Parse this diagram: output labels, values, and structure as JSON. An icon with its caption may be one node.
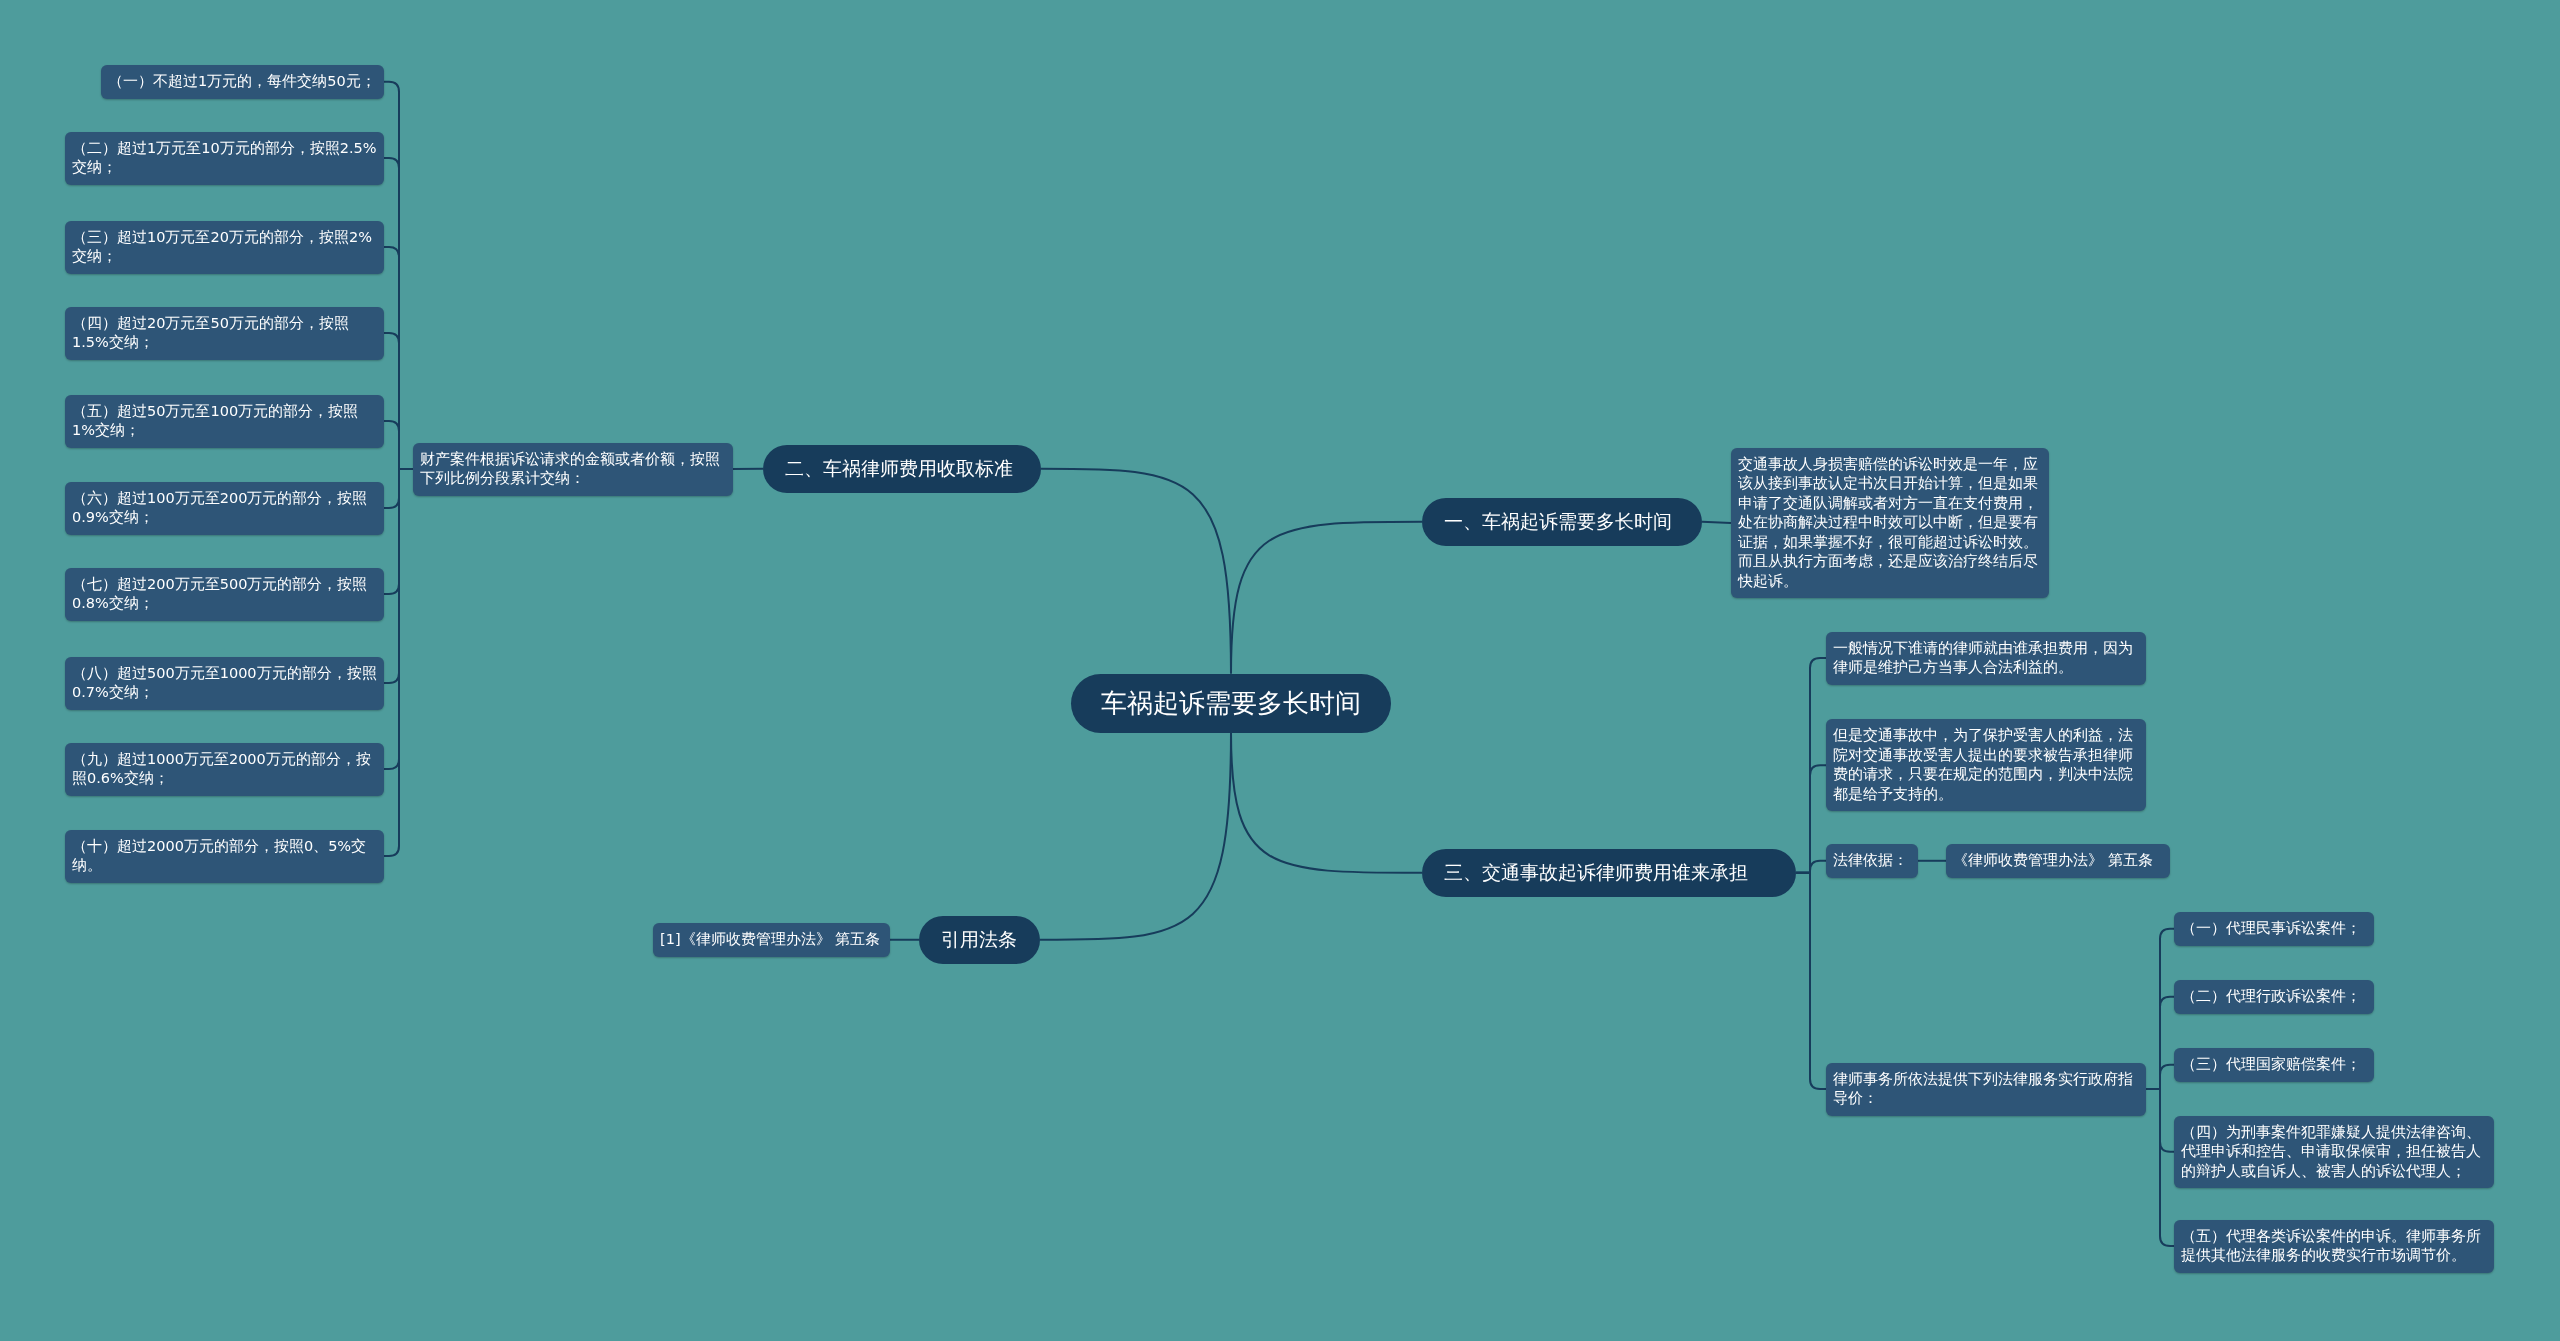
{
  "diagram": {
    "nodes": [
      {
        "text": [
          "车祸起诉需要多长时间"
        ]
      },
      {
        "text": [
          "一、车祸起诉需要多长时间"
        ]
      },
      {
        "text": [
          "交通事故人身损害赔偿的诉讼时效是一年，应该从接到事故认定书次日开始计算，但是如果申请了交通队调解或者对方一直在支付费用，处在协商解决过程中时效可以中断，但是要有证据，如果掌握不好，很可能超过诉讼时效。而且从执行方面考虑，还是应该治疗终结后尽快起诉。"
        ]
      },
      {
        "text": [
          "二、车祸律师费用收取标准"
        ]
      },
      {
        "text": [
          "财产案件根据诉讼请求的金额或者价额，按照下列比例分段累计交纳："
        ]
      },
      {
        "text": [
          "（一）不超过1万元的，每件交纳50元；"
        ]
      },
      {
        "text": [
          "（二）超过1万元至10万元的部分，按照2.5%交纳；"
        ]
      },
      {
        "text": [
          "（三）超过10万元至20万元的部分，按照2%交纳；"
        ]
      },
      {
        "text": [
          "（四）超过20万元至50万元的部分，按照1.5%交纳；"
        ]
      },
      {
        "text": [
          "（五）超过50万元至100万元的部分，按照1%交纳；"
        ]
      },
      {
        "text": [
          "（六）超过100万元至200万元的部分，按照0.9%交纳；"
        ]
      },
      {
        "text": [
          "（七）超过200万元至500万元的部分，按照0.8%交纳；"
        ]
      },
      {
        "text": [
          "（八）超过500万元至1000万元的部分，按照0.7%交纳；"
        ]
      },
      {
        "text": [
          "（九）超过1000万元至2000万元的部分，按照0.6%交纳；"
        ]
      },
      {
        "text": [
          "（十）超过2000万元的部分，按照0、5%交纳。"
        ]
      },
      {
        "text": [
          "三、交通事故起诉律师费用谁来承担"
        ]
      },
      {
        "text": [
          "一般情况下谁请的律师就由谁承担费用，因为律师是维护己方当事人合法利益的。"
        ]
      },
      {
        "text": [
          "但是交通事故中，为了保护受害人的利益，法院对交通事故受害人提出的要求被告承担律师费的请求，只要在规定的范围内，判决中法院都是给予支持的。"
        ]
      },
      {
        "text": [
          "法律依据："
        ]
      },
      {
        "text": [
          "《律师收费管理办法》 第五条"
        ]
      },
      {
        "text": [
          "律师事务所依法提供下列法律服务实行政府指导价："
        ]
      },
      {
        "text": [
          "（一）代理民事诉讼案件；"
        ]
      },
      {
        "text": [
          "（二）代理行政诉讼案件；"
        ]
      },
      {
        "text": [
          "（三）代理国家赔偿案件；"
        ]
      },
      {
        "text": [
          "（四）为刑事案件犯罪嫌疑人提供法律咨询、代理申诉和控告、申请取保候审，担任被告人的辩护人或自诉人、被害人的诉讼代理人；"
        ]
      },
      {
        "text": [
          "（五）代理各类诉讼案件的申诉。律师事务所提供其他法律服务的收费实行市场调节价。"
        ]
      },
      {
        "text": [
          "引用法条"
        ]
      },
      {
        "text": [
          "[1]《律师收费管理办法》 第五条"
        ]
      }
    ],
    "edges": [
      {
        "from": 0,
        "to": 1,
        "arrow": "none"
      },
      {
        "from": 1,
        "to": 2,
        "arrow": "none"
      },
      {
        "from": 0,
        "to": 3,
        "arrow": "none"
      },
      {
        "from": 3,
        "to": 4,
        "arrow": "none"
      },
      {
        "from": 4,
        "to": 5,
        "arrow": "none"
      },
      {
        "from": 4,
        "to": 6,
        "arrow": "none"
      },
      {
        "from": 4,
        "to": 7,
        "arrow": "none"
      },
      {
        "from": 4,
        "to": 8,
        "arrow": "none"
      },
      {
        "from": 4,
        "to": 9,
        "arrow": "none"
      },
      {
        "from": 4,
        "to": 10,
        "arrow": "none"
      },
      {
        "from": 4,
        "to": 11,
        "arrow": "none"
      },
      {
        "from": 4,
        "to": 12,
        "arrow": "none"
      },
      {
        "from": 4,
        "to": 13,
        "arrow": "none"
      },
      {
        "from": 4,
        "to": 14,
        "arrow": "none"
      },
      {
        "from": 0,
        "to": 15,
        "arrow": "none"
      },
      {
        "from": 15,
        "to": 16,
        "arrow": "none"
      },
      {
        "from": 15,
        "to": 17,
        "arrow": "none"
      },
      {
        "from": 15,
        "to": 18,
        "arrow": "none"
      },
      {
        "from": 18,
        "to": 19,
        "arrow": "none"
      },
      {
        "from": 15,
        "to": 20,
        "arrow": "none"
      },
      {
        "from": 20,
        "to": 21,
        "arrow": "none"
      },
      {
        "from": 20,
        "to": 22,
        "arrow": "none"
      },
      {
        "from": 20,
        "to": 23,
        "arrow": "none"
      },
      {
        "from": 20,
        "to": 24,
        "arrow": "none"
      },
      {
        "from": 20,
        "to": 25,
        "arrow": "none"
      },
      {
        "from": 0,
        "to": 26,
        "arrow": "none"
      },
      {
        "from": 26,
        "to": 27,
        "arrow": "none"
      }
    ]
  }
}
